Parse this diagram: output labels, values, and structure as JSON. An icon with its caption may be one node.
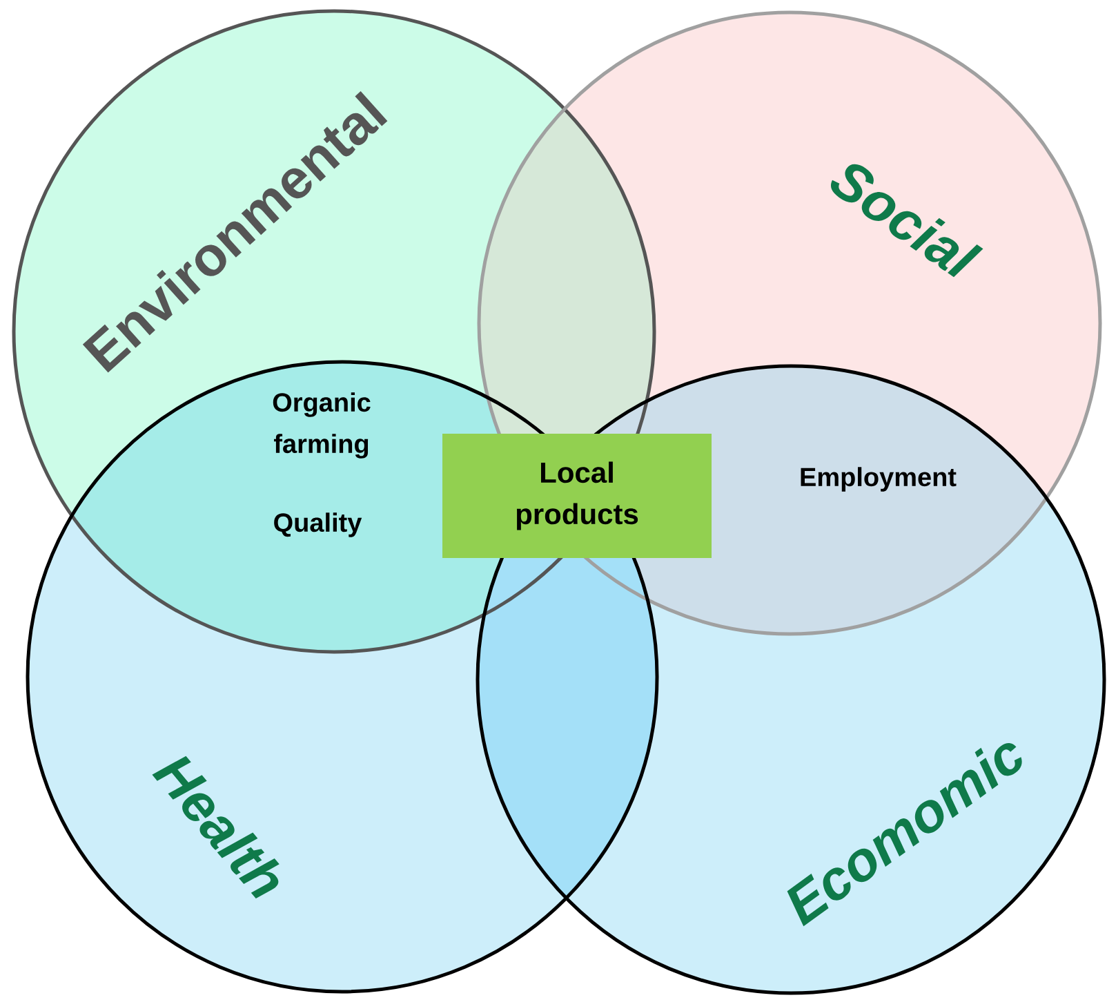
{
  "diagram": {
    "nodes": [
      {
        "text": [
          "Environmental"
        ]
      },
      {
        "text": [
          "Social"
        ]
      },
      {
        "text": [
          "Health"
        ]
      },
      {
        "text": [
          "Ecomomic"
        ]
      },
      {
        "text": [
          "Local products"
        ]
      }
    ],
    "labels": [
      "Organic farming",
      "Quality",
      "Employment"
    ]
  }
}
